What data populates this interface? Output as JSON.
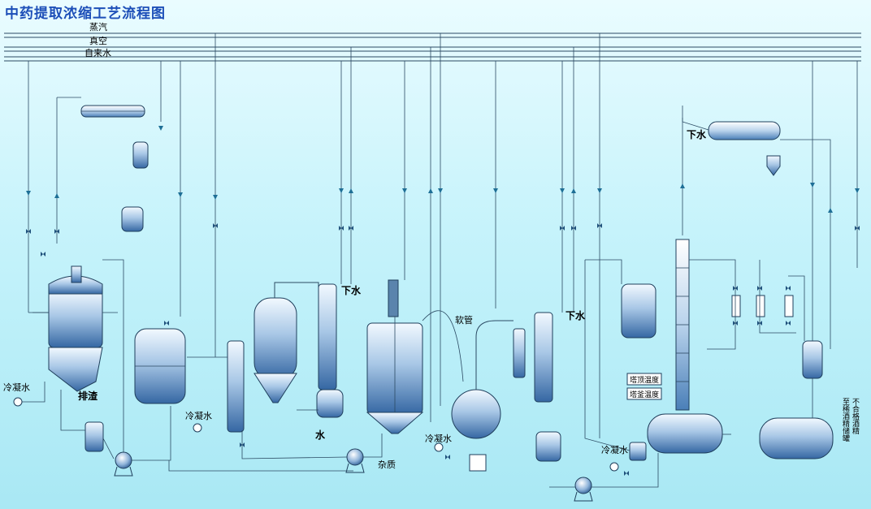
{
  "title": "中药提取浓缩工艺流程图",
  "header_lines": {
    "steam": "蒸汽",
    "vacuum": "真空",
    "tap_water": "自来水"
  },
  "labels": {
    "cooling_water_1": "冷凝水",
    "slag": "排渣",
    "cooling_water_2": "冷凝水",
    "water_down_1": "下水",
    "water_1": "水",
    "impurities": "杂质",
    "hose": "软管",
    "cooling_water_3": "冷凝水",
    "water_down_2": "下水",
    "water_down_3": "下水",
    "tower_top_temp": "塔顶温度",
    "tower_bottom_temp": "塔釜温度",
    "cooling_water_4": "冷凝水",
    "side_note": "至稀酒精储罐",
    "side_note2": "不合格酒精"
  },
  "colors": {
    "background_top": "#eafcff",
    "background_bottom": "#a9e8f4",
    "vessel_light": "#eaf6ff",
    "vessel_dark": "#3f77b0",
    "pipe": "#2b4a63",
    "title": "#1d4fb8"
  }
}
